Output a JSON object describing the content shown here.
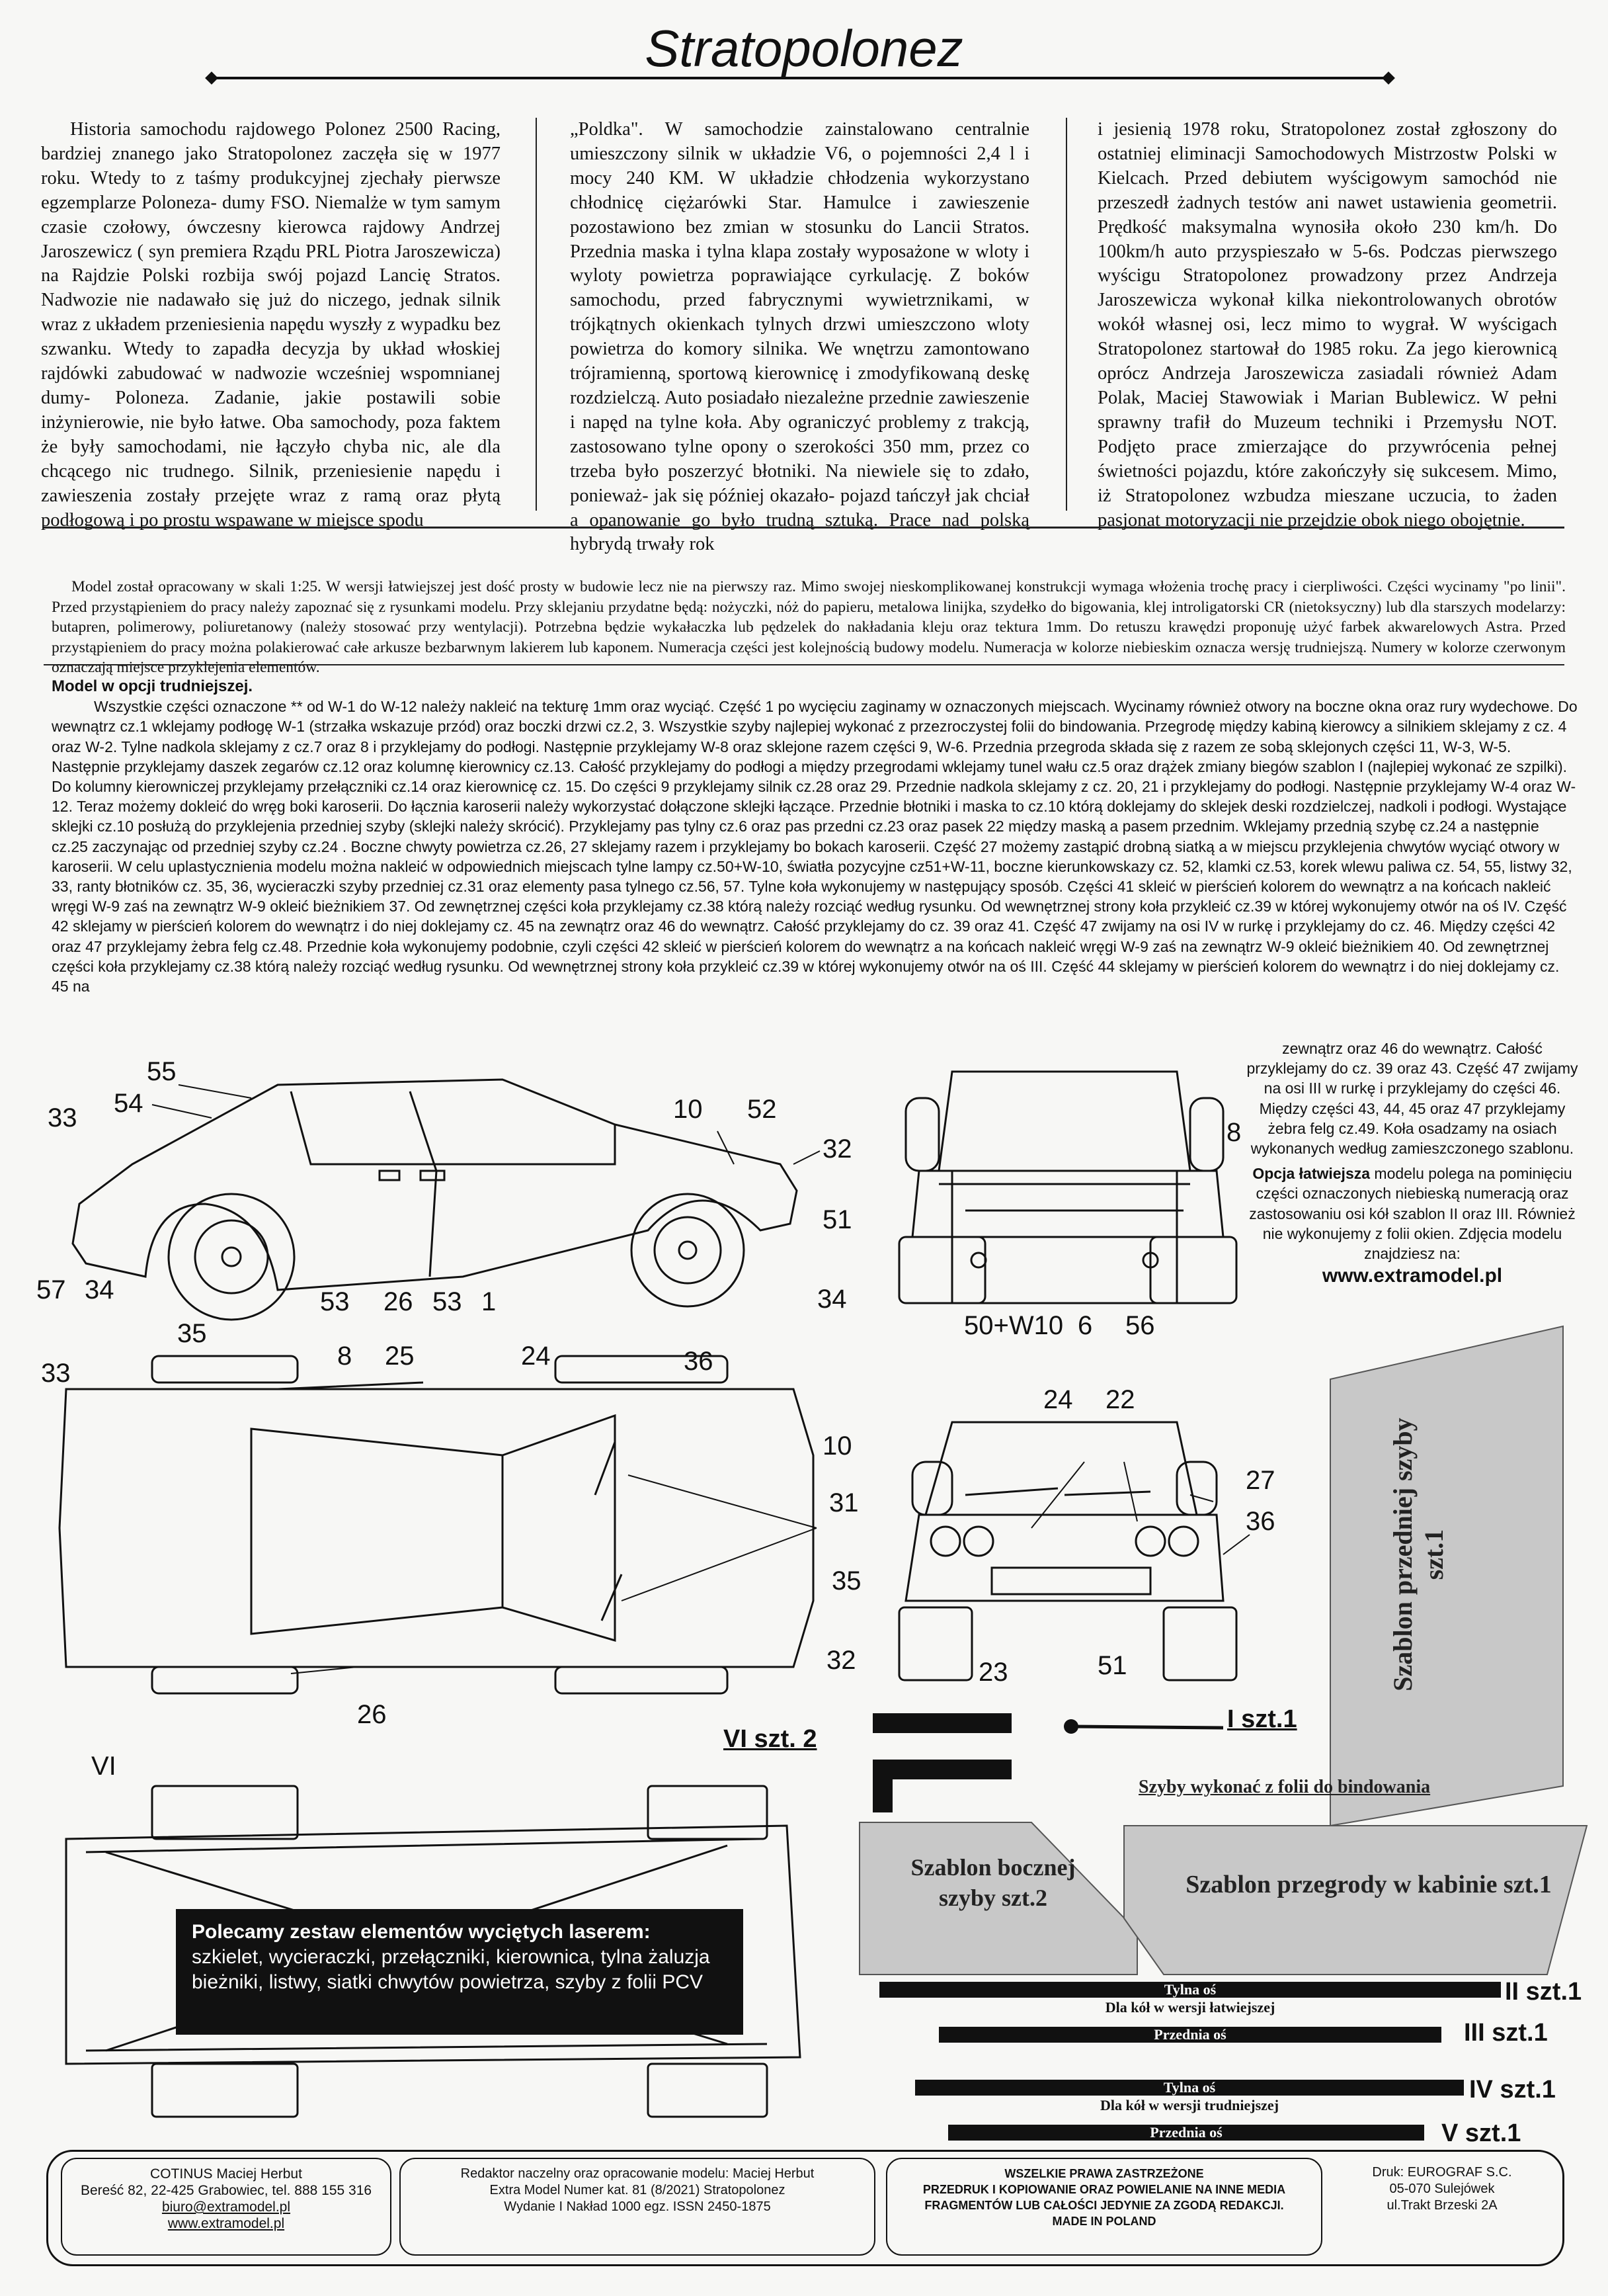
{
  "header": {
    "title": "Stratopolonez"
  },
  "history": {
    "col1": "Historia samochodu rajdowego Polonez 2500 Racing, bardziej znanego jako Stratopolonez zaczęła się w 1977 roku. Wtedy to z taśmy produkcyjnej zjechały pierwsze egzemplarze Poloneza- dumy FSO. Niemalże w tym samym czasie czołowy, ówczesny kierowca rajdowy Andrzej Jaroszewicz ( syn premiera Rządu PRL Piotra Jaroszewicza) na Rajdzie Polski rozbija swój pojazd Lancię Stratos. Nadwozie nie nadawało się już do niczego, jednak silnik wraz z układem przeniesienia napędu wyszły z wypadku bez szwanku. Wtedy to zapadła decyzja by układ włoskiej rajdówki zabudować w nadwozie wcześniej wspomnianej dumy- Poloneza. Zadanie, jakie postawili sobie inżynierowie, nie było łatwe. Oba samochody, poza faktem że były samochodami, nie łączyło chyba nic, ale dla chcącego nic trudnego. Silnik, przeniesienie napędu i zawieszenia zostały przejęte wraz z ramą oraz płytą podłogową i po prostu wspawane w miejsce spodu",
    "col2": "„Poldka\". W samochodzie zainstalowano centralnie umieszczony silnik w układzie V6, o pojemności 2,4 l i mocy 240 KM. W układzie chłodzenia wykorzystano chłodnicę ciężarówki Star. Hamulce i zawieszenie pozostawiono bez zmian w stosunku do Lancii Stratos. Przednia maska i tylna klapa zostały wyposażone w wloty i wyloty powietrza poprawiające cyrkulację. Z boków samochodu, przed fabrycznymi wywietrznikami, w trójkątnych okienkach tylnych drzwi umieszczono wloty powietrza do komory silnika. We wnętrzu zamontowano trójramienną, sportową kierownicę i zmodyfikowaną deskę rozdzielczą. Auto posiadało niezależne przednie zawieszenie i napęd na tylne koła. Aby ograniczyć problemy z trakcją, zastosowano tylne opony o szerokości 350 mm, przez co trzeba było poszerzyć błotniki. Na niewiele się to zdało, ponieważ- jak się później okazało- pojazd tańczył jak chciał a opanowanie go było trudną sztuką. Prace nad polską hybrydą trwały rok",
    "col3": "i jesienią 1978 roku, Stratopolonez został zgłoszony do ostatniej eliminacji Samochodowych Mistrzostw Polski w Kielcach. Przed debiutem wyścigowym samochód nie przeszedł żadnych testów ani nawet ustawienia geometrii. Prędkość maksymalna wynosiła około 230 km/h. Do 100km/h auto przyspieszało w 5-6s. Podczas pierwszego wyścigu Stratopolonez prowadzony przez Andrzeja Jaroszewicza wykonał kilka niekontrolowanych obrotów wokół własnej osi, lecz mimo to wygrał. W wyścigach Stratopolonez startował do 1985 roku. Za jego kierownicą oprócz Andrzeja Jaroszewicza zasiadali również Adam Polak, Maciej Stawowiak i Marian Bublewicz. W pełni sprawny trafił do Muzeum techniki i Przemysłu NOT. Podjęto prace zmierzające do przywrócenia pełnej świetności pojazdu, które zakończyły się sukcesem. Mimo, iż Stratopolonez wzbudza mieszane uczucia, to żaden pasjonat motoryzacji nie przejdzie obok niego obojętnie."
  },
  "notes": "Model został opracowany w skali 1:25. W wersji łatwiejszej jest dość prosty w budowie lecz nie na pierwszy raz. Mimo swojej nieskomplikowanej konstrukcji wymaga włożenia trochę pracy i cierpliwości. Części wycinamy \"po linii\". Przed przystąpieniem do pracy należy zapoznać się z rysunkami modelu. Przy sklejaniu przydatne będą: nożyczki, nóż do papieru, metalowa linijka, szydełko do bigowania, klej introligatorski CR (nietoksyczny) lub dla starszych modelarzy: butapren, polimerowy, poliuretanowy (należy stosować przy wentylacji). Potrzebna będzie wykałaczka lub pędzelek do nakładania kleju oraz tektura 1mm. Do retuszu krawędzi proponuję użyć farbek akwarelowych Astra. Przed przystąpieniem do pracy można polakierować całe arkusze bezbarwnym lakierem lub kaponem. Numeracja części jest kolejnością budowy modelu. Numeracja w kolorze niebieskim oznacza wersję trudniejszą. Numery w kolorze czerwonym oznaczają miejsce przyklejenia elementów.",
  "hard": {
    "heading": "Model w opcji trudniejszej.",
    "text": "Wszystkie części oznaczone ** od W-1 do W-12 należy nakleić na tekturę 1mm oraz wyciąć. Część 1 po wycięciu zaginamy w oznaczonych miejscach. Wycinamy również otwory na boczne okna oraz rury wydechowe. Do wewnątrz cz.1 wklejamy podłogę W-1 (strzałka wskazuje przód) oraz boczki drzwi cz.2, 3. Wszystkie szyby najlepiej wykonać z przezroczystej folii do bindowania. Przegrodę między kabiną kierowcy a silnikiem sklejamy z cz. 4 oraz W-2. Tylne nadkola sklejamy z cz.7 oraz 8 i przyklejamy do podłogi. Następnie przyklejamy W-8 oraz sklejone razem części 9, W-6. Przednia przegroda składa się z razem ze sobą sklejonych części 11, W-3, W-5. Następnie przyklejamy daszek zegarów cz.12 oraz kolumnę kierownicy cz.13. Całość przyklejamy do podłogi a między przegrodami wklejamy tunel wału cz.5 oraz drążek zmiany biegów szablon I (najlepiej wykonać ze szpilki). Do kolumny kierowniczej przyklejamy przełączniki cz.14 oraz kierownicę cz. 15. Do części 9 przyklejamy silnik cz.28 oraz 29. Przednie nadkola sklejamy z cz. 20, 21 i przyklejamy do podłogi. Następnie przyklejamy W-4 oraz W-12. Teraz możemy dokleić do wręg boki karoserii. Do łącznia karoserii należy wykorzystać dołączone sklejki łączące. Przednie błotniki i maska to cz.10 którą doklejamy do sklejek deski rozdzielczej, nadkoli i podłogi. Wystające sklejki cz.10 posłużą do przyklejenia przedniej szyby (sklejki należy skrócić). Przyklejamy pas tylny cz.6 oraz pas przedni cz.23 oraz pasek 22 między maską a pasem przednim. Wklejamy przednią szybę cz.24 a następnie cz.25 zaczynając od przedniej szyby cz.24 . Boczne chwyty powietrza cz.26, 27 sklejamy razem i przyklejamy bo bokach karoserii. Część 27 możemy zastąpić drobną siatką a w miejscu przyklejenia chwytów wyciąć otwory w karoserii. W celu uplastycznienia modelu można nakleić w odpowiednich miejscach tylne lampy cz.50+W-10, światła pozycyjne cz51+W-11, boczne kierunkowskazy cz. 52, klamki cz.53, korek wlewu paliwa cz. 54, 55, listwy 32, 33, ranty błotników cz. 35, 36, wycieraczki szyby przedniej cz.31 oraz elementy pasa tylnego cz.56, 57. Tylne koła wykonujemy w następujący sposób. Części 41 skleić w pierścień kolorem do wewnątrz a na końcach nakleić wręgi W-9 zaś na zewnątrz W-9 okleić bieżnikiem 37. Od zewnętrznej części koła przyklejamy cz.38 którą należy rozciąć według rysunku. Od wewnętrznej strony koła przykleić cz.39 w której wykonujemy otwór na oś IV. Część 42 sklejamy w pierścień kolorem do wewnątrz i do niej doklejamy cz. 45 na zewnątrz oraz 46 do wewnątrz. Całość przyklejamy do cz. 39 oraz 41. Część 47 zwijamy na osi IV w rurkę i przyklejamy do cz. 46. Między części 42 oraz 47 przyklejamy żebra felg cz.48. Przednie koła wykonujemy podobnie, czyli części 42 skleić w pierścień kolorem do wewnątrz a na końcach nakleić wręgi W-9 zaś na zewnątrz W-9 okleić bieżnikiem 40. Od zewnętrznej części koła przyklejamy cz.38 którą należy rozciąć według rysunku. Od wewnętrznej strony koła przykleić cz.39 w której wykonujemy otwór na oś III. Część 44 sklejamy w pierścień kolorem do wewnątrz i do niej doklejamy cz. 45 na"
  },
  "side": {
    "cont": "zewnątrz oraz 46 do wewnątrz. Całość przyklejamy do cz. 39 oraz 43. Część 47 zwijamy na osi III w rurkę i przyklejamy do części 46. Między części 43, 44, 45 oraz 47 przyklejamy żebra felg cz.49. Koła osadzamy na osiach wykonanych według zamieszczonego szablonu.",
    "easy_lead": "Opcja łatwiejsza",
    "easy": " modelu polega na pominięciu części oznaczonych niebieską numeracją oraz zastosowaniu osi kół szablon II oraz III. Również nie wykonujemy z folii okien. Zdjęcia modelu znajdziesz na:",
    "website": "www.extramodel.pl"
  },
  "labels": {
    "side": [
      "55",
      "54",
      "33",
      "10",
      "52",
      "32",
      "51",
      "57",
      "34",
      "53",
      "26",
      "53",
      "1"
    ],
    "rear": [
      "8",
      "34",
      "50+W10",
      "6",
      "56"
    ],
    "top": [
      "35",
      "8",
      "25",
      "24",
      "36",
      "33",
      "10",
      "31",
      "32",
      "26"
    ],
    "front": [
      "24",
      "22",
      "27",
      "36",
      "35",
      "23",
      "51"
    ],
    "under": [
      "VI"
    ]
  },
  "templates": {
    "front_glass": "Szablon przedniej szyby szt.1",
    "side_glass": "Szablon bocznej szyby szt.2",
    "partition": "Szablon przegrody w kabinie szt.1",
    "foil_note": "Szyby wykonać z folii do bindowania",
    "vi": "VI szt. 2",
    "i": "I szt.1"
  },
  "axes": {
    "rear_axle": "Tylna oś",
    "front_axle": "Przednia oś",
    "easy_caption": "Dla kół w wersji łatwiejszej",
    "hard_caption": "Dla kół w wersji trudniejszej",
    "ii": "II szt.1",
    "iii": "III szt.1",
    "iv": "IV szt.1",
    "v": "V szt.1"
  },
  "laser": {
    "line1": "Polecamy zestaw elementów wyciętych laserem:",
    "line2": "szkielet, wycieraczki, przełączniki, kierownica, tylna żaluzja",
    "line3": "bieżniki, listwy, siatki chwytów powietrza, szyby z folii PCV"
  },
  "footer": {
    "pub1": "COTINUS Maciej Herbut",
    "pub2": "Bereść 82, 22-425 Grabowiec, tel. 888 155 316",
    "pub3": "biuro@extramodel.pl",
    "pub4": "www.extramodel.pl",
    "ed1": "Redaktor naczelny oraz opracowanie modelu: Maciej Herbut",
    "ed2": "Extra Model  Numer kat. 81 (8/2021) Stratopolonez",
    "ed3": "Wydanie I   Nakład 1000 egz.   ISSN 2450-1875",
    "rights1": "WSZELKIE PRAWA ZASTRZEŻONE",
    "rights2": "PRZEDRUK I KOPIOWANIE ORAZ POWIELANIE NA INNE MEDIA",
    "rights3": "FRAGMENTÓW LUB CAŁOŚCI JEDYNIE ZA ZGODĄ REDAKCJI.",
    "rights4": "MADE IN POLAND",
    "print1": "Druk:  EUROGRAF S.C.",
    "print2": "05-070 Sulejówek",
    "print3": "ul.Trakt Brzeski 2A"
  },
  "colors": {
    "ink": "#111111",
    "template_fill": "#c8c8c8",
    "paper": "#f7f7f5"
  }
}
